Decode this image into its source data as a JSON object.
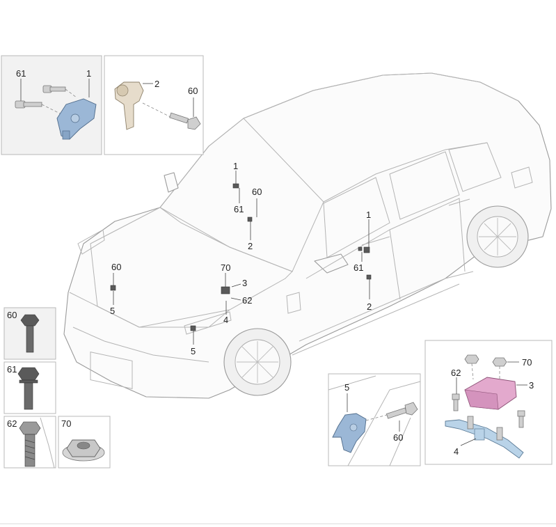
{
  "callouts": {
    "topleft_box": [
      "61",
      "1"
    ],
    "topmid_box": [
      "2",
      "60"
    ],
    "car_roof": [
      "1",
      "60",
      "61",
      "2"
    ],
    "car_hood": [
      "60",
      "5",
      "70",
      "3",
      "62",
      "4",
      "5"
    ],
    "car_door": [
      "1",
      "61",
      "2"
    ],
    "fastener_60": "60",
    "fastener_61": "61",
    "fastener_62": "62",
    "fastener_70": "70",
    "sensor_5_box": [
      "5",
      "60"
    ],
    "module_3_box": [
      "70",
      "62",
      "3",
      "4"
    ]
  },
  "colors": {
    "sensor_blue": "#9bb7d6",
    "sensor_tan": "#e6dccb",
    "module_pink": "#e3a9cd"
  }
}
